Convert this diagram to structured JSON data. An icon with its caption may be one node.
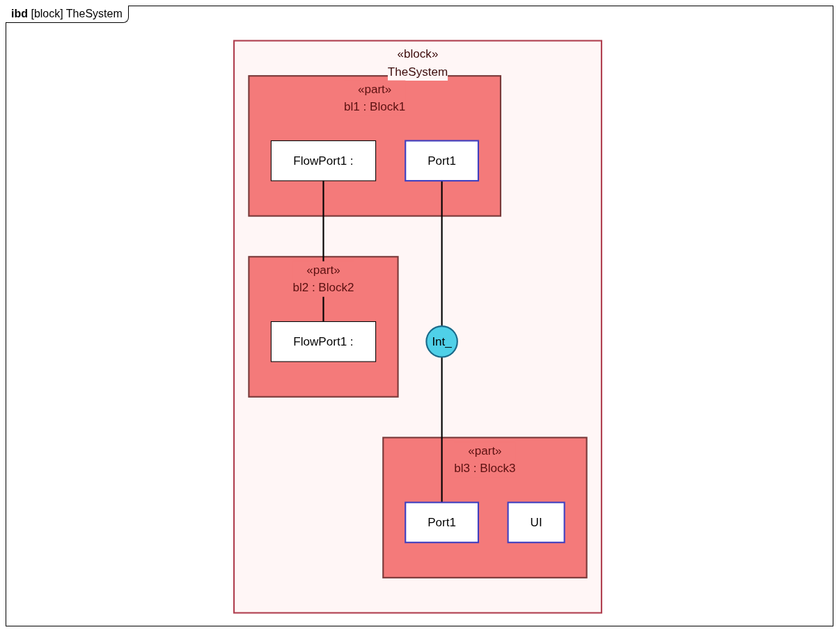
{
  "diagram": {
    "title": "**ibd** [block] TheSystem",
    "nodes": [
      {
        "text": [
          "«block»",
          "TheSystem"
        ]
      },
      {
        "text": [
          "«part»",
          "bl1 : Block1"
        ],
        "in": 0
      },
      {
        "text": [
          "Port1"
        ],
        "in": 1
      },
      {
        "text": [
          "FlowPort1 :"
        ],
        "in": 1
      },
      {
        "text": [
          "Int_"
        ],
        "in": 0
      },
      {
        "text": [
          "«part»",
          "bl3 : Block3"
        ],
        "in": 0
      },
      {
        "text": [
          "Port1"
        ],
        "in": 5
      },
      {
        "text": [
          "UI"
        ],
        "in": 5
      },
      {
        "text": [
          "«part»",
          "bl2 : Block2"
        ],
        "in": 0
      },
      {
        "text": [
          "FlowPort1 :"
        ],
        "in": 8
      }
    ],
    "edges": [
      {
        "from": 2,
        "to": 4,
        "arrow": "none"
      },
      {
        "from": 4,
        "to": 6,
        "arrow": "none"
      },
      {
        "from": 3,
        "to": 9,
        "arrow": "none"
      }
    ]
  }
}
